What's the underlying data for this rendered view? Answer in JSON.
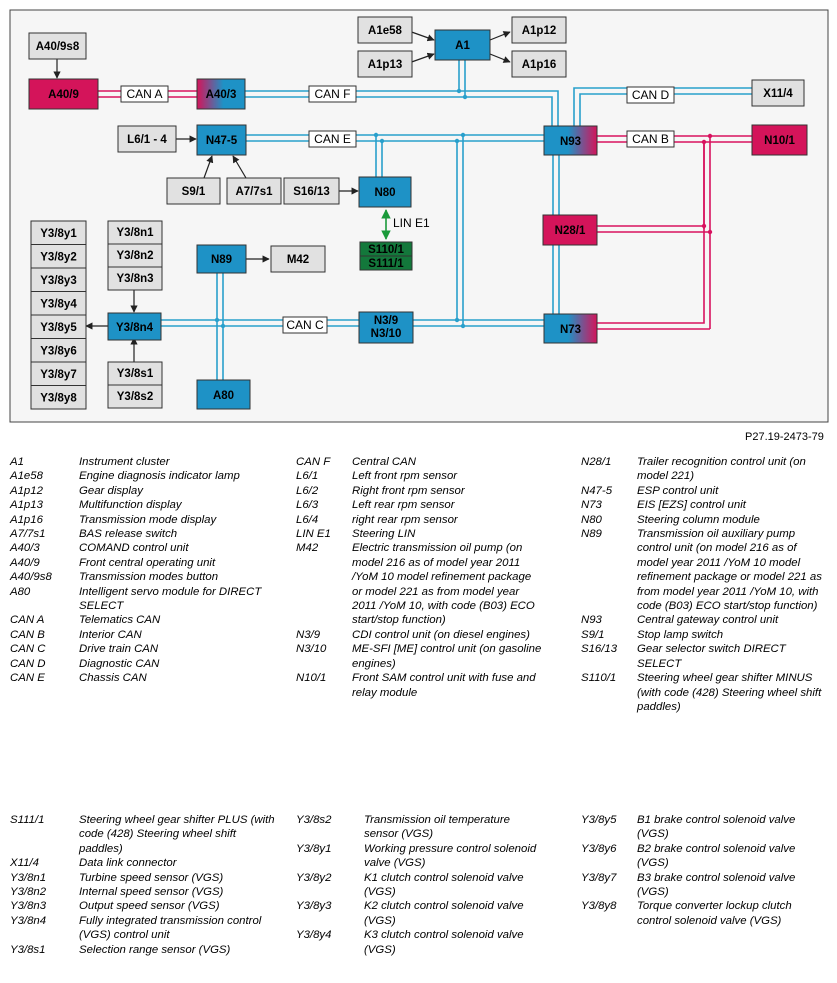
{
  "figure_ref": "P27.19-2473-79",
  "colors": {
    "can_blue": "#29a0cc",
    "can_red": "#d8125f",
    "node_gray": "#e1e1e1",
    "node_blue": "#1e92c6",
    "node_magenta": "#d4145a",
    "node_green": "#13783b",
    "frame_bg": "#f6f6f6",
    "lin_green": "#1a9a3a"
  },
  "diagram": {
    "nodes": {
      "a40_9s8": "A40/9s8",
      "a40_9": "A40/9",
      "a40_3": "A40/3",
      "a1": "A1",
      "a1e58": "A1e58",
      "a1p12": "A1p12",
      "a1p13": "A1p13",
      "a1p16": "A1p16",
      "x11_4": "X11/4",
      "n93": "N93",
      "n10_1": "N10/1",
      "l6_1_4": "L6/1 - 4",
      "n47_5": "N47-5",
      "s9_1": "S9/1",
      "a7_7s1": "A7/7s1",
      "s16_13": "S16/13",
      "n80": "N80",
      "s110_1": "S110/1",
      "s111_1": "S111/1",
      "n28_1": "N28/1",
      "n89": "N89",
      "m42": "M42",
      "a80": "A80",
      "y3_8n1": "Y3/8n1",
      "y3_8n2": "Y3/8n2",
      "y3_8n3": "Y3/8n3",
      "y3_8n4": "Y3/8n4",
      "y3_8s1": "Y3/8s1",
      "y3_8s2": "Y3/8s2",
      "n3_9": "N3/9",
      "n3_10": "N3/10",
      "n73": "N73",
      "y3_8y1": "Y3/8y1",
      "y3_8y2": "Y3/8y2",
      "y3_8y3": "Y3/8y3",
      "y3_8y4": "Y3/8y4",
      "y3_8y5": "Y3/8y5",
      "y3_8y6": "Y3/8y6",
      "y3_8y7": "Y3/8y7",
      "y3_8y8": "Y3/8y8"
    },
    "bus_labels": {
      "can_a": "CAN A",
      "can_f": "CAN F",
      "can_d": "CAN D",
      "can_e": "CAN E",
      "can_b": "CAN B",
      "can_c": "CAN C",
      "lin_e1": "LIN E1"
    }
  },
  "legend": {
    "col1": [
      {
        "code": "A1",
        "desc": "Instrument cluster"
      },
      {
        "code": "A1e58",
        "desc": "Engine diagnosis indicator lamp"
      },
      {
        "code": "A1p12",
        "desc": "Gear display"
      },
      {
        "code": "A1p13",
        "desc": "Multifunction display"
      },
      {
        "code": "A1p16",
        "desc": "Transmission mode display"
      },
      {
        "code": "A7/7s1",
        "desc": "BAS release switch"
      },
      {
        "code": "A40/3",
        "desc": "COMAND control unit"
      },
      {
        "code": "A40/9",
        "desc": "Front central operating unit"
      },
      {
        "code": "A40/9s8",
        "desc": "Transmission modes button"
      },
      {
        "code": "A80",
        "desc": "Intelligent servo module for DIRECT SELECT"
      },
      {
        "code": "CAN A",
        "desc": "Telematics CAN"
      },
      {
        "code": "CAN B",
        "desc": "Interior CAN"
      },
      {
        "code": "CAN C",
        "desc": "Drive train CAN"
      },
      {
        "code": "CAN D",
        "desc": "Diagnostic CAN"
      },
      {
        "code": "CAN E",
        "desc": "Chassis CAN"
      }
    ],
    "col2": [
      {
        "code": "CAN F",
        "desc": "Central CAN"
      },
      {
        "code": "L6/1",
        "desc": "Left front rpm sensor"
      },
      {
        "code": "L6/2",
        "desc": "Right front rpm sensor"
      },
      {
        "code": "L6/3",
        "desc": "Left rear rpm sensor"
      },
      {
        "code": "L6/4",
        "desc": "right rear rpm sensor"
      },
      {
        "code": "LIN E1",
        "desc": "Steering LIN"
      },
      {
        "code": "M42",
        "desc": "Electric transmission oil pump (on model 216 as of model year 2011 /YoM 10 model refinement package or model 221 as from model year 2011 /YoM 10, with code (B03) ECO start/stop function)"
      },
      {
        "code": "N3/9",
        "desc": "CDI control unit (on diesel engines)"
      },
      {
        "code": "N3/10",
        "desc": "ME-SFI [ME] control unit (on gasoline engines)"
      },
      {
        "code": "N10/1",
        "desc": "Front SAM control unit with fuse and relay module"
      }
    ],
    "col3": [
      {
        "code": "N28/1",
        "desc": "Trailer recognition control unit (on model 221)"
      },
      {
        "code": "N47-5",
        "desc": "ESP control unit"
      },
      {
        "code": "N73",
        "desc": "EIS [EZS] control unit"
      },
      {
        "code": "N80",
        "desc": "Steering column module"
      },
      {
        "code": "N89",
        "desc": "Transmission oil auxiliary pump control unit (on model 216 as of model year 2011 /YoM 10 model refinement package or model 221 as from model year 2011 /YoM 10, with code (B03) ECO start/stop function)"
      },
      {
        "code": "N93",
        "desc": "Central gateway control unit"
      },
      {
        "code": "S9/1",
        "desc": "Stop lamp switch"
      },
      {
        "code": "S16/13",
        "desc": "Gear selector switch DIRECT SELECT"
      },
      {
        "code": "S110/1",
        "desc": "Steering wheel gear shifter MINUS (with code (428) Steering wheel shift paddles)"
      }
    ],
    "col4": [
      {
        "code": "S111/1",
        "desc": "Steering wheel gear shifter PLUS (with code (428) Steering wheel shift paddles)"
      },
      {
        "code": "X11/4",
        "desc": "Data link connector"
      },
      {
        "code": "Y3/8n1",
        "desc": "Turbine speed sensor (VGS)"
      },
      {
        "code": "Y3/8n2",
        "desc": "Internal speed sensor (VGS)"
      },
      {
        "code": "Y3/8n3",
        "desc": "Output speed sensor (VGS)"
      },
      {
        "code": "Y3/8n4",
        "desc": "Fully integrated transmission control (VGS) control unit"
      },
      {
        "code": "Y3/8s1",
        "desc": "Selection range sensor (VGS)"
      }
    ],
    "col5": [
      {
        "code": "Y3/8s2",
        "desc": "Transmission oil temperature sensor (VGS)"
      },
      {
        "code": "Y3/8y1",
        "desc": "Working pressure control solenoid valve (VGS)"
      },
      {
        "code": "Y3/8y2",
        "desc": "K1 clutch control solenoid valve (VGS)"
      },
      {
        "code": "Y3/8y3",
        "desc": "K2 clutch control solenoid valve (VGS)"
      },
      {
        "code": "Y3/8y4",
        "desc": "K3 clutch control solenoid valve (VGS)"
      }
    ],
    "col6": [
      {
        "code": "Y3/8y5",
        "desc": "B1 brake control solenoid valve (VGS)"
      },
      {
        "code": "Y3/8y6",
        "desc": "B2 brake control solenoid valve (VGS)"
      },
      {
        "code": "Y3/8y7",
        "desc": "B3 brake control solenoid valve (VGS)"
      },
      {
        "code": "Y3/8y8",
        "desc": "Torque converter lockup clutch control solenoid valve (VGS)"
      }
    ]
  }
}
